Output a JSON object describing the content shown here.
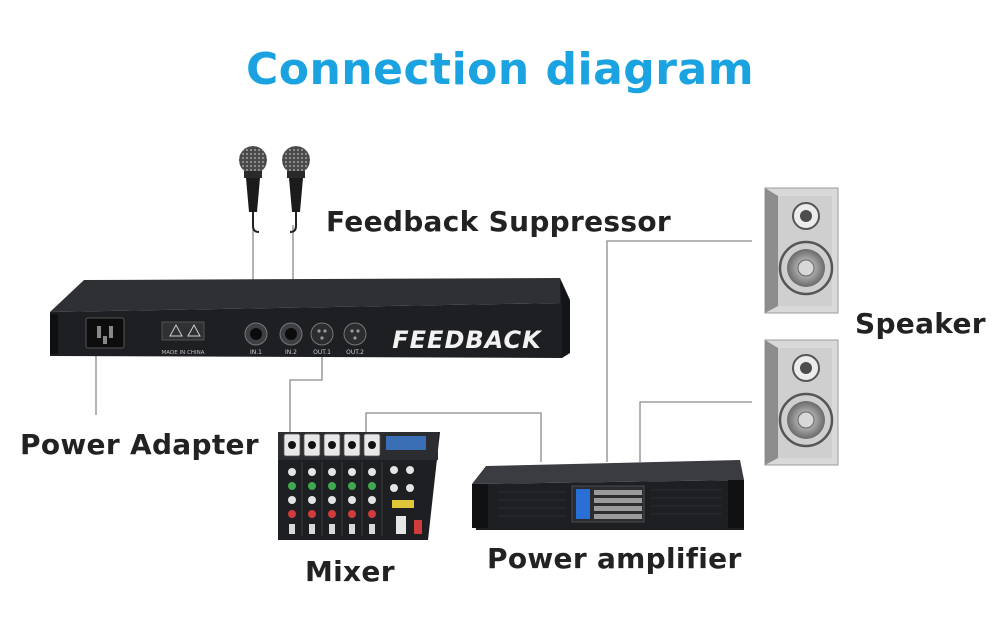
{
  "title": "Connection diagram",
  "colors": {
    "title": "#1aa3e0",
    "device_body": "#1d1f22",
    "label_text": "#222222",
    "wire": "#8a8a8a",
    "speaker_cabinet": "#dcdcdc",
    "amp_accent": "#2a6fd6"
  },
  "labels": {
    "feedback_suppressor": "Feedback Suppressor",
    "speaker": "Speaker",
    "power_adapter": "Power Adapter",
    "mixer": "Mixer",
    "power_amplifier": "Power amplifier"
  },
  "suppressor_panel": {
    "brand": "FEEDBACK",
    "made_in": "MADE IN CHINA",
    "ports": [
      "IN.1",
      "IN.2",
      "OUT.1",
      "OUT.2"
    ]
  },
  "icons": [
    "microphone-icon",
    "xlr-connector-icon",
    "speaker-icon",
    "power-inlet-icon",
    "warning-icon"
  ]
}
